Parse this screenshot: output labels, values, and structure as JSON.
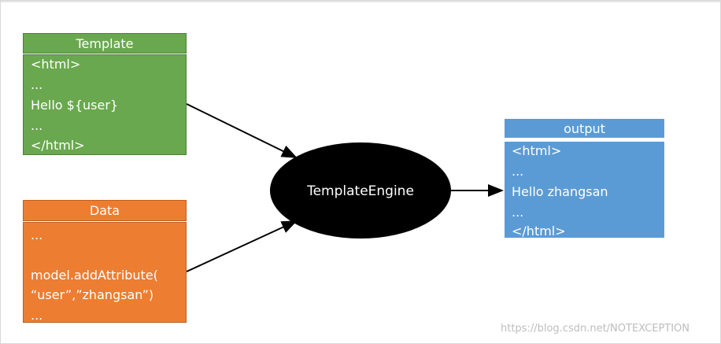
{
  "template": {
    "title": "Template",
    "lines": [
      "<html>",
      "...",
      "Hello ${user}",
      "...",
      "</html>"
    ]
  },
  "data": {
    "title": "Data",
    "lines": [
      "...",
      "model.addAttribute(",
      "“user”,”zhangsan”)",
      "..."
    ]
  },
  "engine": {
    "label": "TemplateEngine"
  },
  "output": {
    "title": "output",
    "lines": [
      "<html>",
      "...",
      "Hello zhangsan",
      "...",
      "</html>"
    ]
  },
  "watermark": "https://blog.csdn.net/NOTEXCEPTION",
  "colors": {
    "template": "#6aa84f",
    "data": "#ed7d31",
    "output": "#5b9bd5",
    "engine": "#000000"
  }
}
